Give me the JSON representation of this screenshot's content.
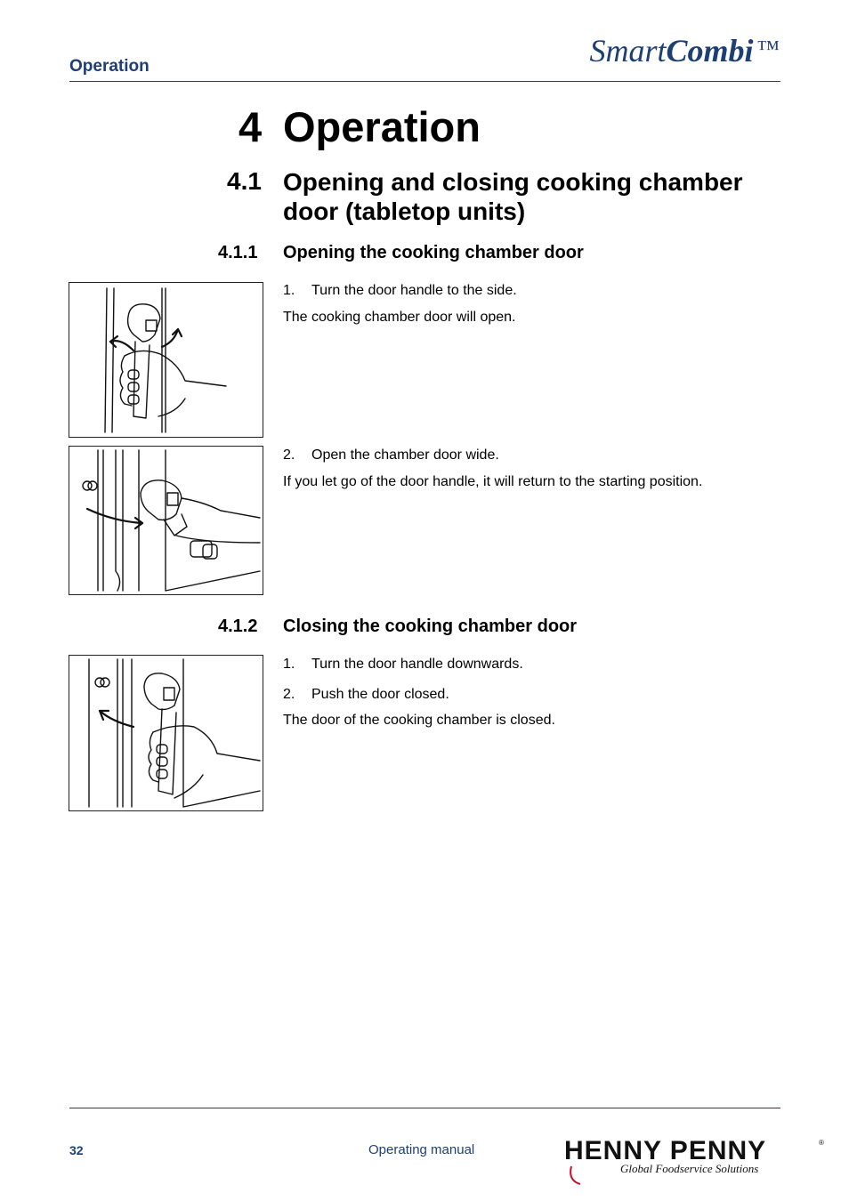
{
  "header": {
    "section_label": "Operation",
    "brand_part1": "Smart",
    "brand_part2": "Combi",
    "brand_tm": "™"
  },
  "chapter": {
    "number": "4",
    "title": "Operation"
  },
  "section": {
    "number": "4.1",
    "title": "Opening and closing cooking chamber door (tabletop units)"
  },
  "sub1": {
    "number": "4.1.1",
    "title": "Opening the cooking chamber door",
    "step1_num": "1.",
    "step1_text": "Turn the door handle to the side.",
    "step1_result": "The cooking chamber door will open.",
    "step2_num": "2.",
    "step2_text": "Open the chamber door wide.",
    "step2_result": "If you let go of the door handle, it will return to the starting position."
  },
  "sub2": {
    "number": "4.1.2",
    "title": "Closing the cooking chamber door",
    "step1_num": "1.",
    "step1_text": "Turn the door handle downwards.",
    "step2_num": "2.",
    "step2_text": "Push the door closed.",
    "result": "The door of the cooking chamber is closed."
  },
  "footer": {
    "page_number": "32",
    "doc_name": "Operating manual",
    "logo_text": "HENNY PENNY",
    "logo_tagline": "Global Foodservice Solutions",
    "logo_reg": "®"
  },
  "colors": {
    "brand_blue": "#1d3f73",
    "logo_red": "#c8102e"
  }
}
